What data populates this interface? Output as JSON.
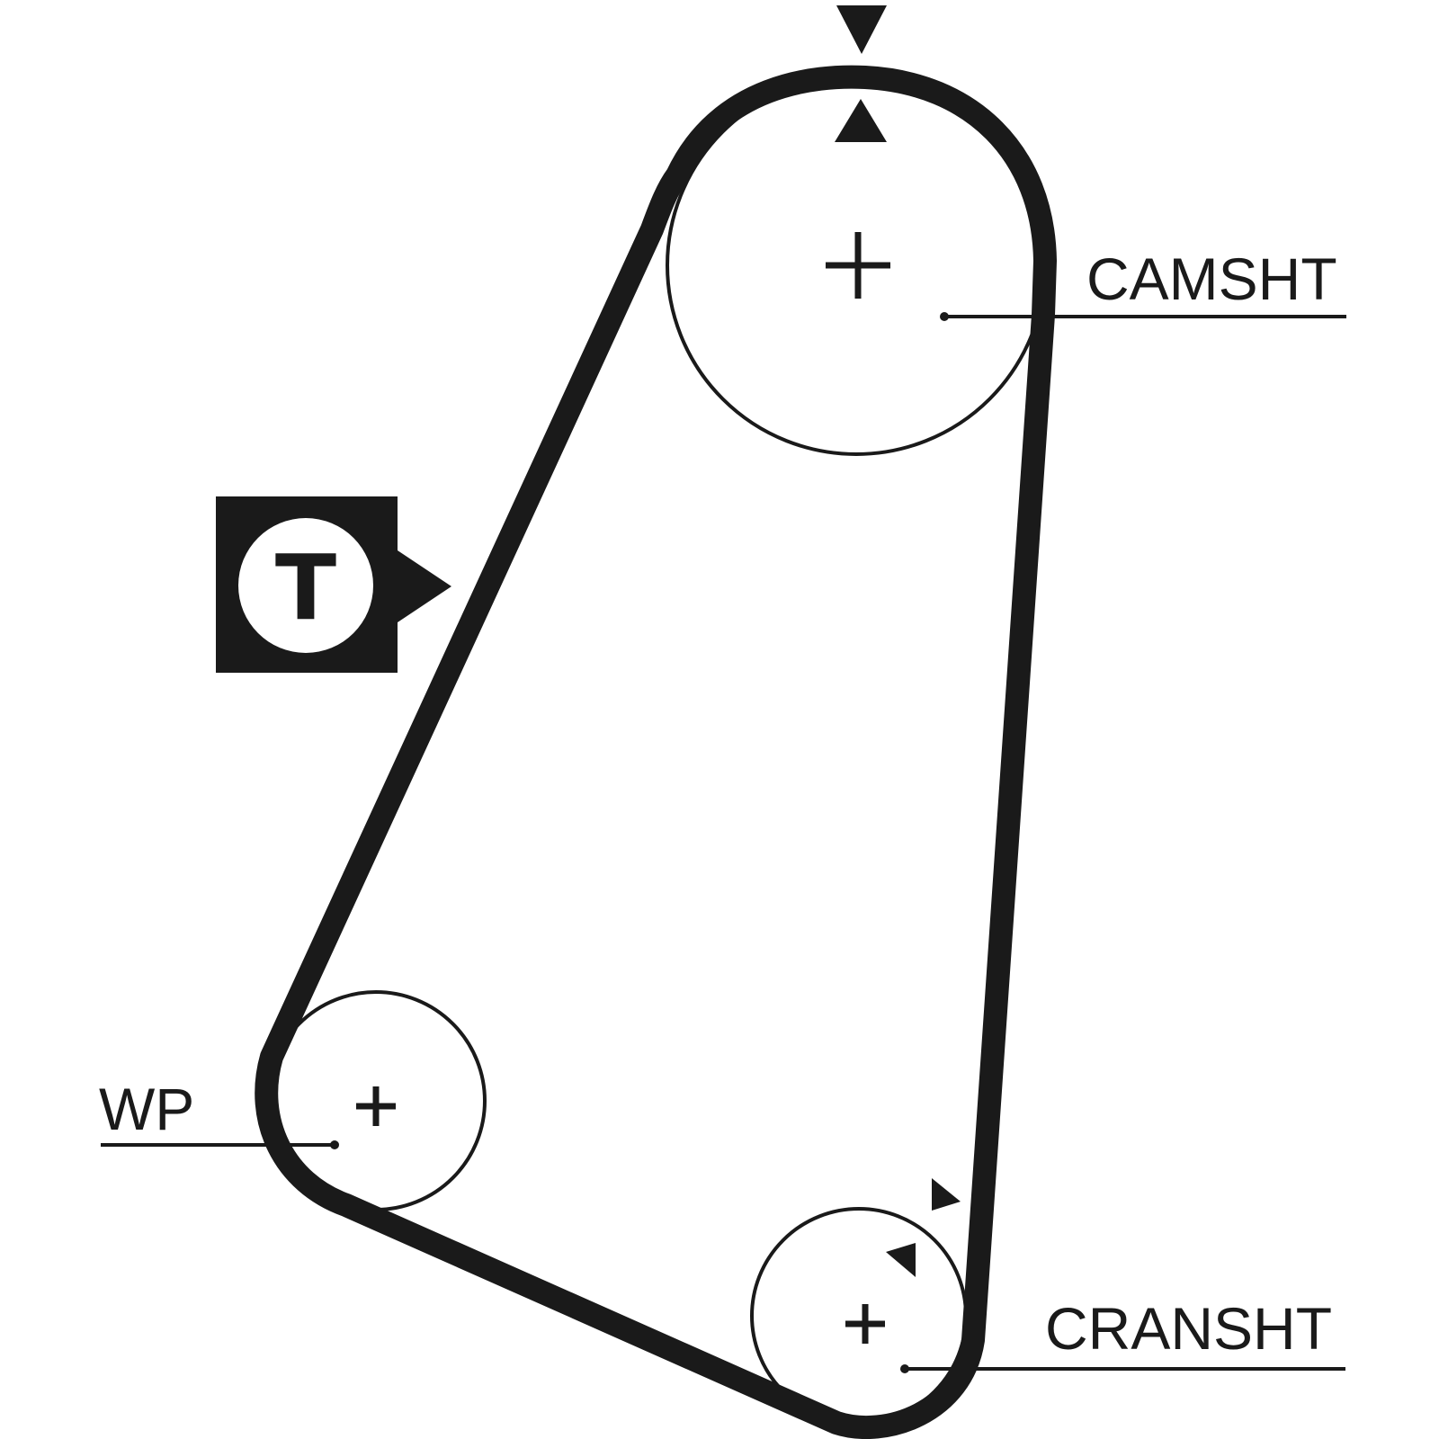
{
  "labels": {
    "camshaft": "CAMSHT",
    "water_pump": "WP",
    "crankshaft": "CRANSHT",
    "tensioner": "T"
  },
  "colors": {
    "ink": "#1a1a1a",
    "background": "#ffffff"
  }
}
